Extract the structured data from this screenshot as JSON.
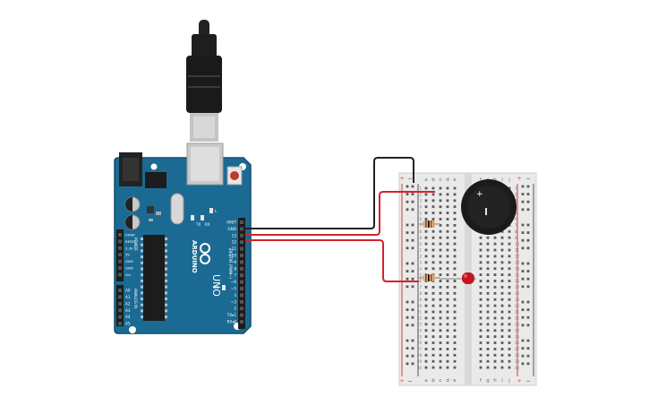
{
  "arduino": {
    "brand": "ARDUINO",
    "model": "UNO",
    "digital_label": "DIGITAL (PWM~)",
    "power_label": "POWER",
    "analog_label": "ANALOG IN",
    "led_tx": "TX",
    "led_rx": "RX",
    "led_l": "L",
    "led_on": "ON",
    "digital_pins": [
      "AREF",
      "GND",
      "13",
      "12",
      "~11",
      "~10",
      "~9",
      "8",
      "7",
      "~6",
      "~5",
      "4",
      "~3",
      "2",
      "TX▸1",
      "RX◂0"
    ],
    "power_pins": [
      "IOREF",
      "RESET",
      "3.3V",
      "5V",
      "GND",
      "GND",
      "Vin"
    ],
    "analog_pins": [
      "A0",
      "A1",
      "A2",
      "A3",
      "A4",
      "A5"
    ],
    "colors": {
      "board": "#1b6a93",
      "board_edge": "#124e6f",
      "silk": "#ffffff"
    }
  },
  "breadboard": {
    "col_letters_left": [
      "a",
      "b",
      "c",
      "d",
      "e"
    ],
    "col_letters_right": [
      "f",
      "g",
      "h",
      "i",
      "j"
    ],
    "row_count": 30,
    "rail_plus": "+",
    "rail_minus": "−",
    "colors": {
      "body": "#eaeaea",
      "hole": "#5a5a5a",
      "rail_red": "#d23b3b",
      "rail_black": "#333333"
    }
  },
  "buzzer": {
    "plus_mark": "+"
  },
  "wires": {
    "colors": {
      "gnd": "#222222",
      "signal": "#d4232b"
    }
  },
  "components": {
    "resistor_colors": {
      "body": "#d9b78a",
      "band1": "#8a4b16",
      "band2": "#000000",
      "band3": "#c0392b",
      "band4": "#c9a13b"
    },
    "led_color": "#c0161e"
  }
}
